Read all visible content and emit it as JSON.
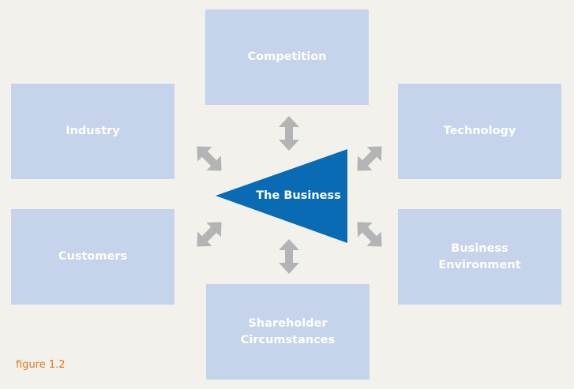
{
  "diagram": {
    "center": "The Business",
    "boxes": {
      "competition": "Competition",
      "industry": "Industry",
      "technology": "Technology",
      "customers": "Customers",
      "business_environment": "Business\nEnvironment",
      "shareholder_circumstances": "Shareholder\nCircumstances"
    },
    "caption": "figure 1.2"
  },
  "colors": {
    "box_fill": "#c5d3eb",
    "center_fill": "#0a6bb5",
    "arrow_fill": "#b4b4b4",
    "caption_color": "#e07a1e",
    "background": "#f3f1ec"
  }
}
